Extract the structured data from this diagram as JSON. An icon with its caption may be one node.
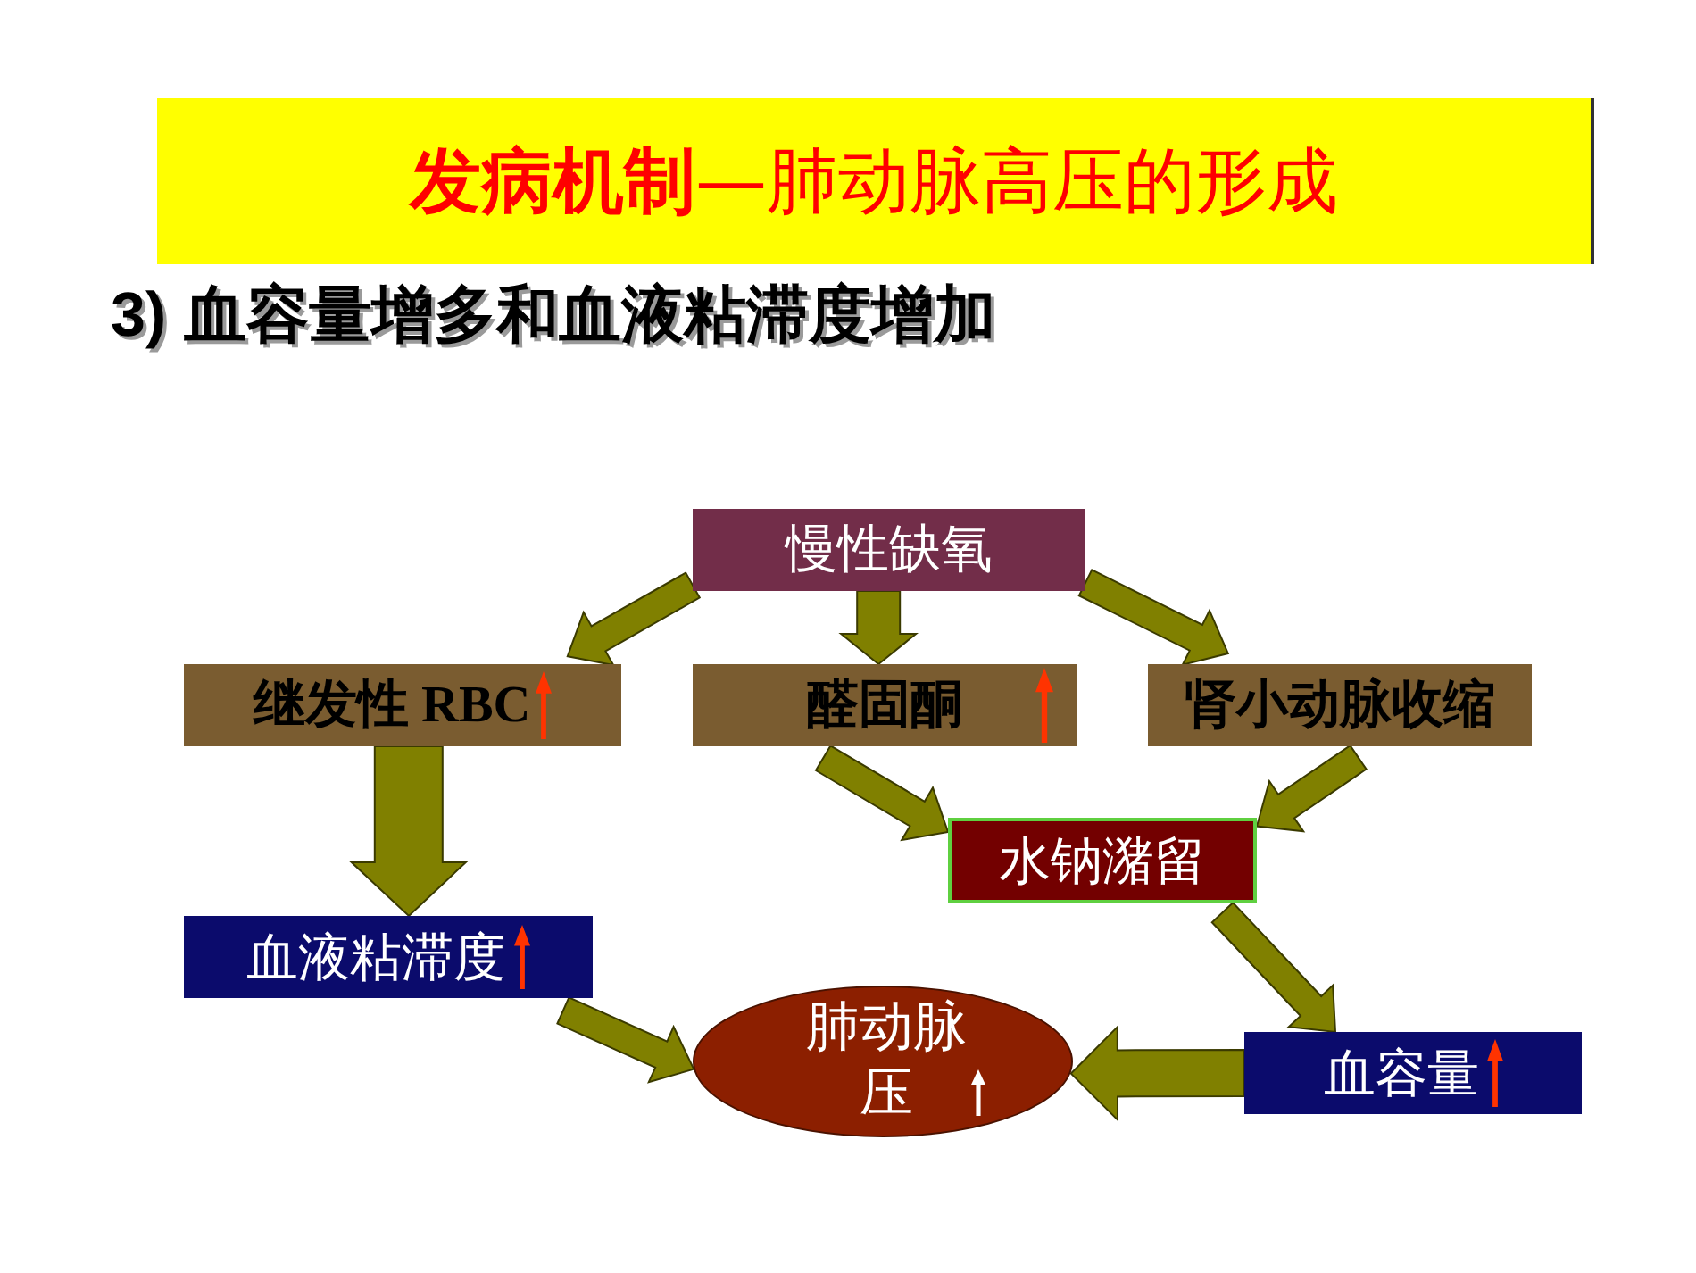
{
  "diagram": {
    "title": "**发病机制**—肺动脉高压的形成",
    "nodes": [
      {
        "text": [
          "慢性缺氧"
        ]
      },
      {
        "text": [
          "继发性 RBC"
        ]
      },
      {
        "text": [
          "醛固酮"
        ]
      },
      {
        "text": [
          "肾小动脉收缩"
        ]
      },
      {
        "text": [
          "水钠潴留"
        ]
      },
      {
        "text": [
          "血液粘滞度"
        ]
      },
      {
        "text": [
          "肺动脉压"
        ]
      },
      {
        "text": [
          "血容量"
        ]
      }
    ],
    "edges": [
      {
        "from": 0,
        "to": 1,
        "arrow": "to"
      },
      {
        "from": 0,
        "to": 2,
        "arrow": "to"
      },
      {
        "from": 0,
        "to": 3,
        "arrow": "to"
      },
      {
        "from": 1,
        "to": 5,
        "arrow": "to"
      },
      {
        "from": 2,
        "to": 4,
        "arrow": "to"
      },
      {
        "from": 3,
        "to": 4,
        "arrow": "to"
      },
      {
        "from": 4,
        "to": 7,
        "arrow": "to"
      },
      {
        "from": 5,
        "to": 6,
        "arrow": "to"
      },
      {
        "from": 7,
        "to": 6,
        "arrow": "to"
      }
    ],
    "labels": [
      "3) 血容量增多和血液粘滞度增加"
    ]
  }
}
